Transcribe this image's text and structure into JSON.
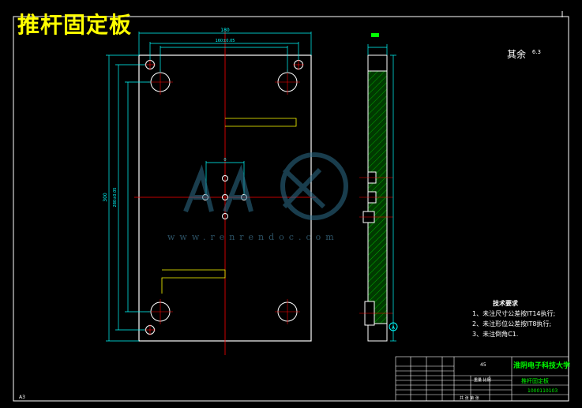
{
  "drawing": {
    "title": "推杆固定板",
    "roughness_note": "其余",
    "roughness_value": "6.3",
    "dims": {
      "top_overall": "180",
      "top_inner": "160±0.05",
      "left_overall": "300",
      "left_inner": "280±0.05",
      "center_top": "0"
    },
    "tech_requirements": {
      "heading": "技术要求",
      "items": [
        "1、未注尺寸公差按IT14执行;",
        "2、未注形位公差按IT8执行;",
        "3、未注倒角C1."
      ]
    },
    "title_block": {
      "school": "淮阴电子科技大学",
      "part_name": "推杆固定板",
      "drawing_no": "1000110103",
      "scale_row": "重量 比例",
      "quantity": "45",
      "sheet_label": "共 张 第 张"
    },
    "sheet_code": "A3",
    "watermark_text": "www.renrendoc.com"
  },
  "colors": {
    "frame": "#ffffff",
    "part": "#ffffff",
    "center": "#ff0000",
    "dimension": "#00ffff",
    "hatch": "#00a000",
    "highlight": "#ffff00"
  }
}
